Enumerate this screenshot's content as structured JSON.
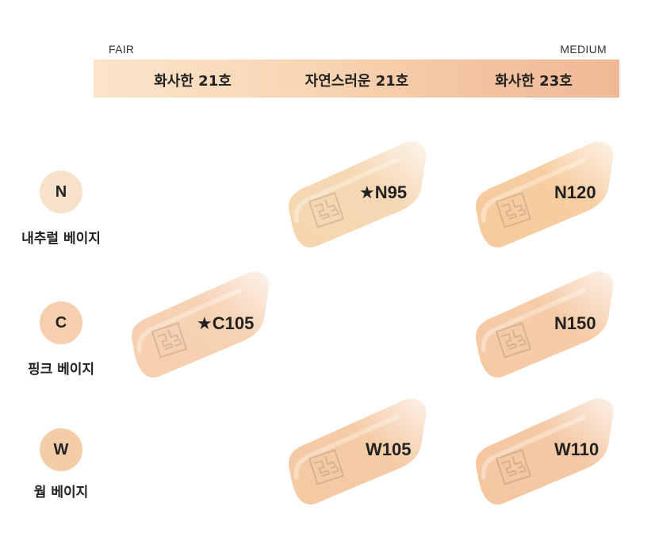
{
  "scale": {
    "left_label": "FAIR",
    "right_label": "MEDIUM"
  },
  "columns": [
    "화사한 21호",
    "자연스러운 21호",
    "화사한 23호"
  ],
  "rows": [
    {
      "letter": "N",
      "name": "내추럴 베이지",
      "color": "#f6e2cb"
    },
    {
      "letter": "C",
      "name": "핑크 베이지",
      "color": "#f5cfae"
    },
    {
      "letter": "W",
      "name": "웜 베이지",
      "color": "#f3cca8"
    }
  ],
  "swatches": {
    "n95": {
      "label": "★N95",
      "color": "#f5d6b0"
    },
    "n120": {
      "label": "N120",
      "color": "#f6cb9d"
    },
    "c105": {
      "label": "★C105",
      "color": "#f6cfaf"
    },
    "n150": {
      "label": "N150",
      "color": "#f5c9a4"
    },
    "w105": {
      "label": "W105",
      "color": "#f4c9a2"
    },
    "w110": {
      "label": "W110",
      "color": "#f4c6a0"
    }
  }
}
